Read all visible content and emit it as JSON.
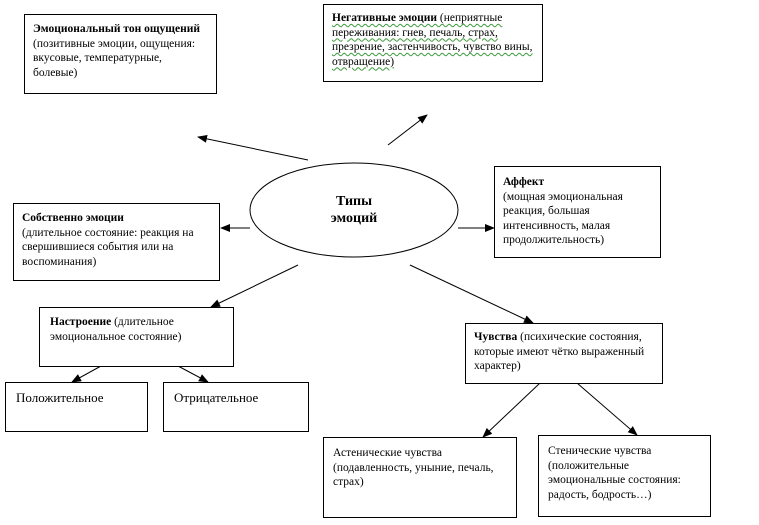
{
  "center": {
    "line1": "Типы",
    "line2": "эмоций"
  },
  "boxes": {
    "emotional_tone": {
      "title": "Эмоциональный тон ощущений",
      "text": " (позитивные эмоции, ощущения: вкусовые, температурные, болевые)"
    },
    "negative": {
      "title": "Негативные эмоции",
      "text": " (неприятные переживания: гнев, печаль, страх, презрение, застенчивость, чувство вины, отвращение)"
    },
    "affect": {
      "title": "Аффект",
      "text": "(мощная эмоциональная реакция, большая интенсивность, малая продолжительность)"
    },
    "emotions_proper": {
      "title": "Собственно эмоции",
      "text": "(длительное состояние: реакция на свершившиеся  события или на воспоминания)"
    },
    "mood": {
      "title": "Настроение",
      "text": " (длительное эмоциональное состояние)"
    },
    "positive": {
      "text": "Положительное"
    },
    "negative_mood": {
      "text": "Отрицательное"
    },
    "feelings": {
      "title": "Чувства",
      "text": " (психические состояния, которые имеют чётко выраженный характер)"
    },
    "asthenic": {
      "text": "Астенические чувства (подавленность, уныние, печаль, страх)"
    },
    "sthenic": {
      "text": "Стенические чувства (положительные эмоциональные состояния: радость, бодрость…)"
    }
  }
}
